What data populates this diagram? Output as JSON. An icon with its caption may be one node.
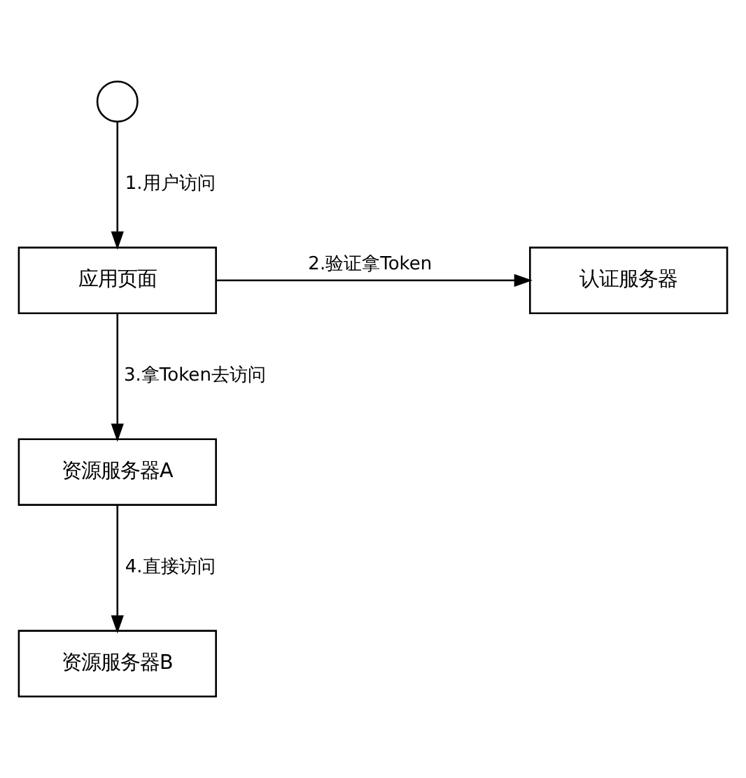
{
  "diagram": {
    "nodes": [
      {
        "text": [],
        "shape": "person"
      },
      {
        "text": [
          "应用页面"
        ]
      },
      {
        "text": [
          "认证服务器"
        ]
      },
      {
        "text": [
          "资源服务器A"
        ]
      },
      {
        "text": [
          "资源服务器B"
        ]
      }
    ],
    "edges": [
      {
        "from": 0,
        "to": 1,
        "arrow": "to",
        "label": "1.用户访问"
      },
      {
        "from": 1,
        "to": 2,
        "arrow": "to",
        "label": "2.验证拿Token"
      },
      {
        "from": 1,
        "to": 3,
        "arrow": "to",
        "label": "3.拿Token去访问"
      },
      {
        "from": 3,
        "to": 4,
        "arrow": "to",
        "label": "4.直接访问"
      }
    ]
  }
}
